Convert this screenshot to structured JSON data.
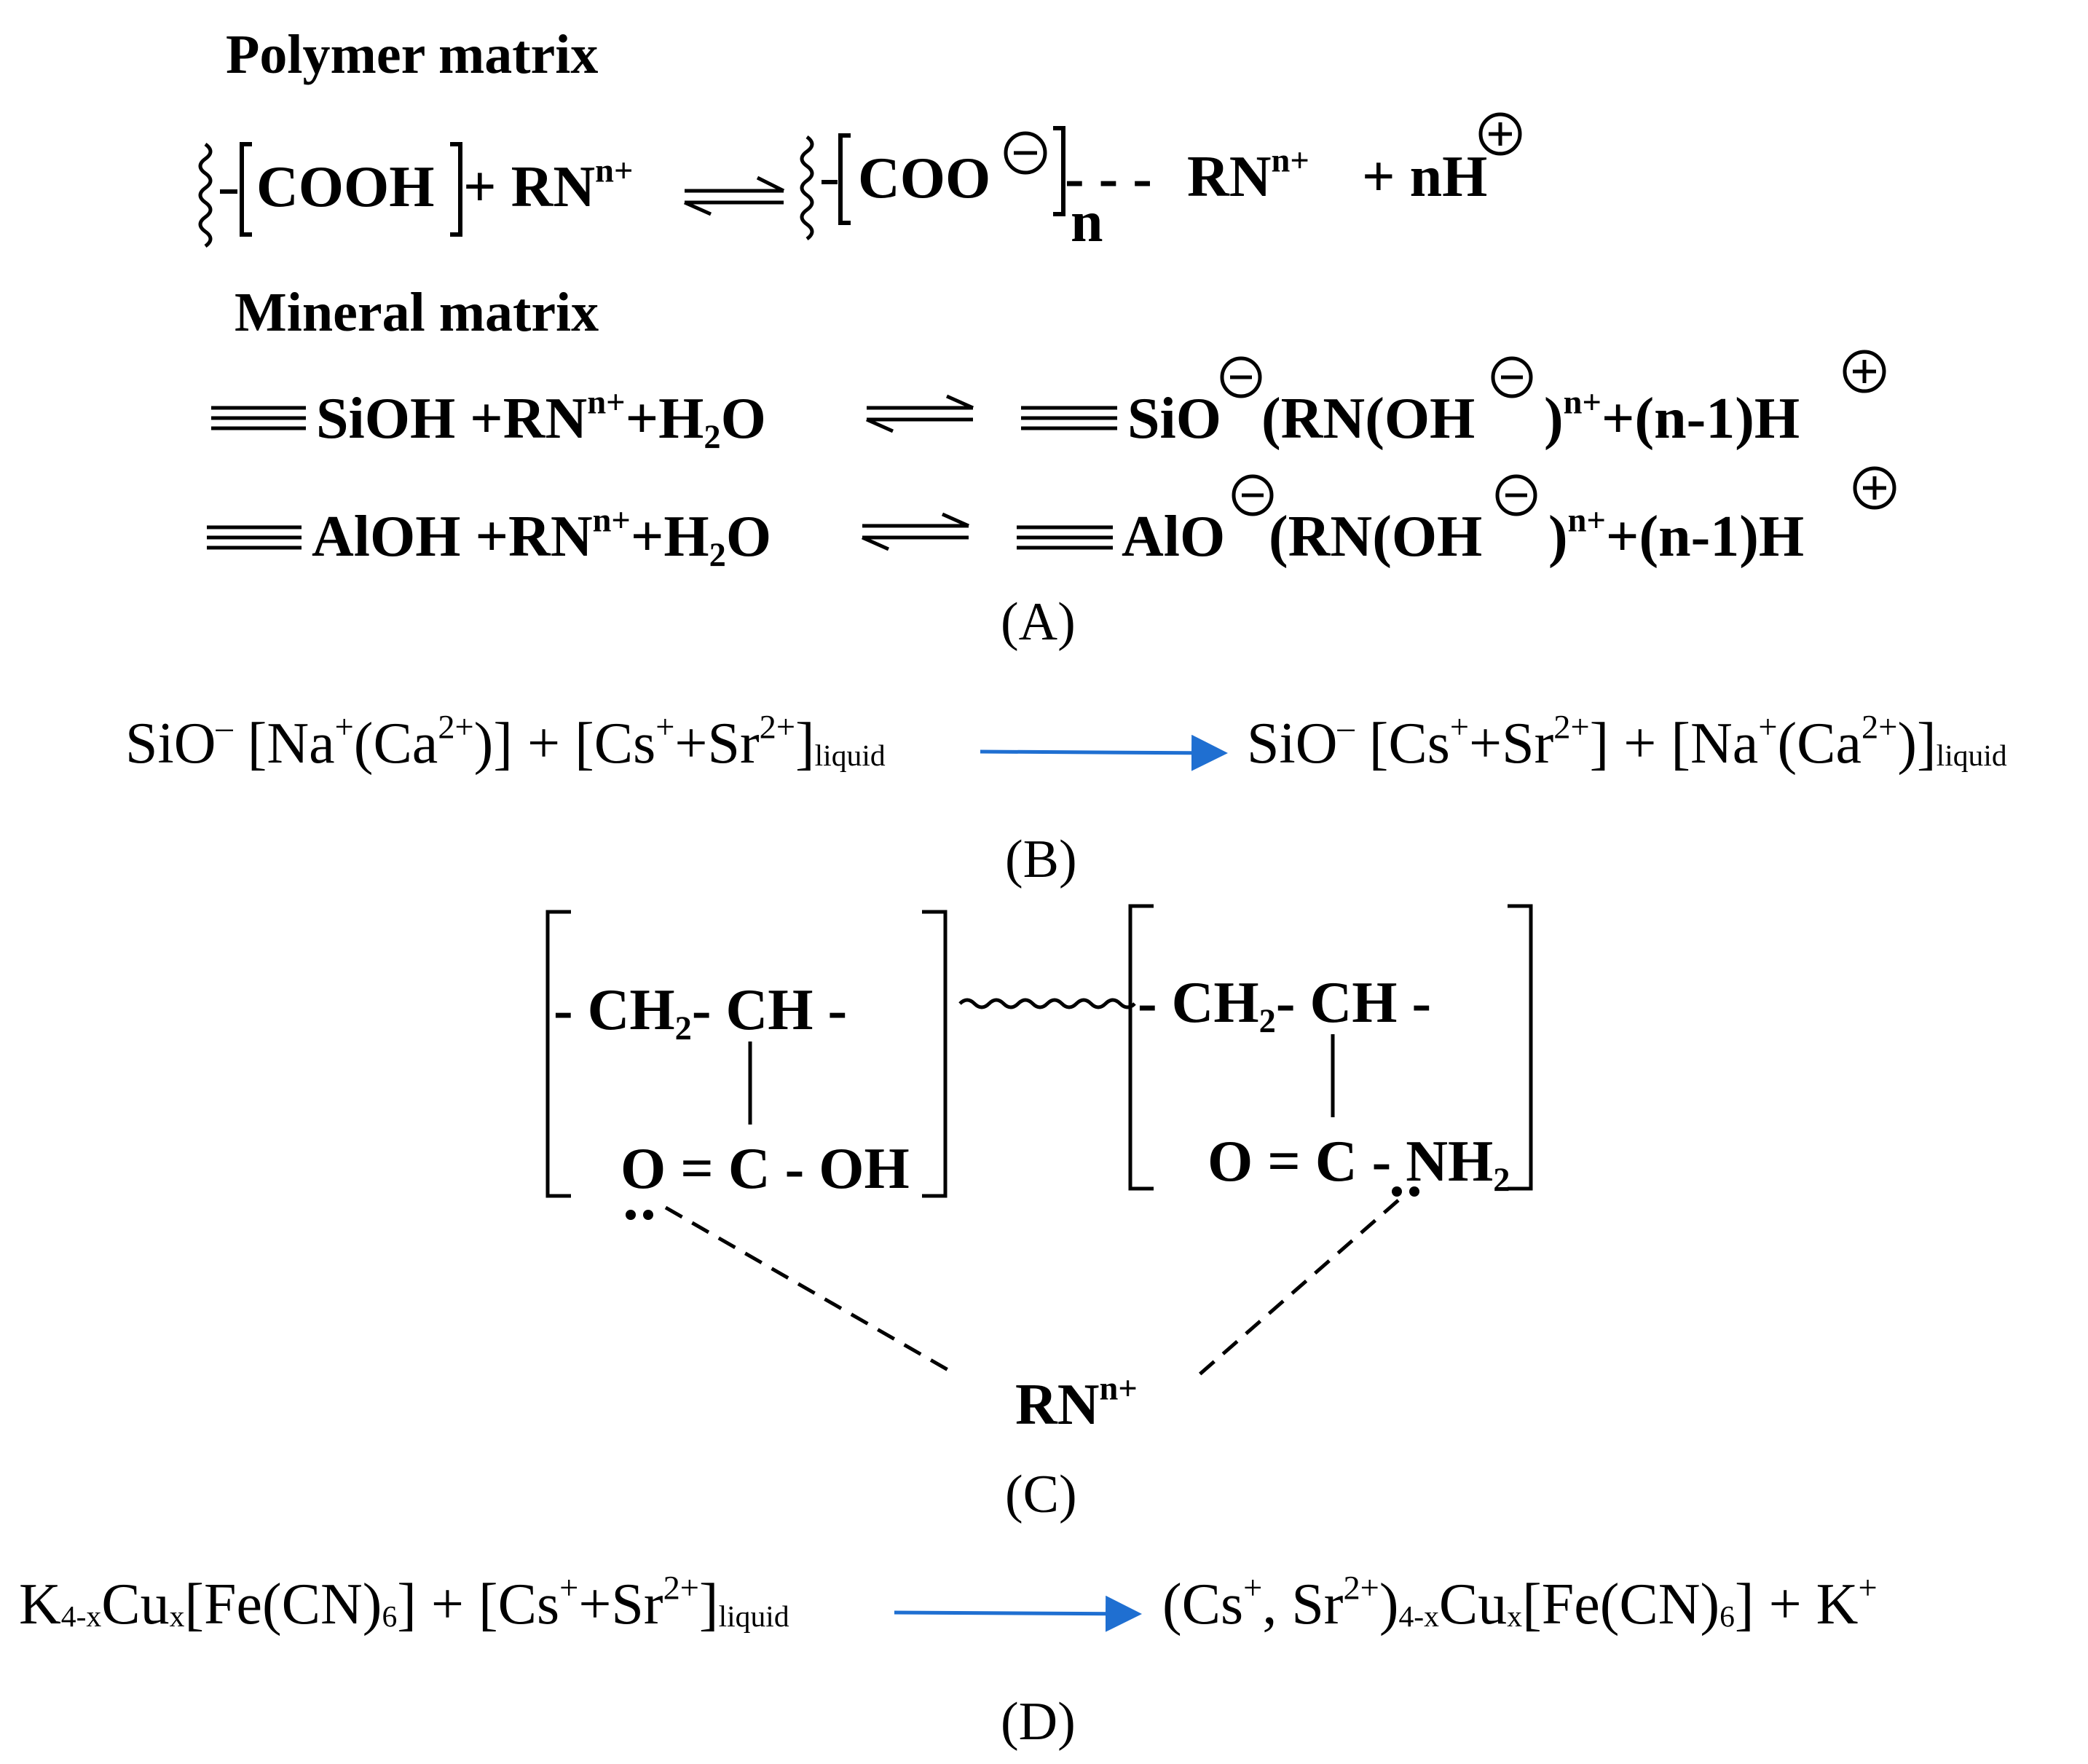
{
  "sections": {
    "A": {
      "polymer_title": "Polymer matrix",
      "polymer_eq": {
        "left_group": "COOH",
        "plus_ion": "+ RN",
        "ion_charge": "n+",
        "right_group": "COO",
        "subscript_n": "n",
        "dashes": "- - -",
        "right_ion": "RN",
        "right_ion_charge": "n+",
        "released": "+ nH"
      },
      "mineral_title": "Mineral matrix",
      "mineral_eq1": {
        "left": "SiOH +RN",
        "charge": "n+",
        "plus_water": "+H",
        "water_sub": "2",
        "water_o": "O",
        "right_a": "SiO",
        "right_b": "(RN(OH",
        "right_c": ")",
        "right_charge": "n+",
        "right_d": "+(n-1)H"
      },
      "mineral_eq2": {
        "left": "AlOH +RN",
        "charge": "n+",
        "plus_water": "+H",
        "water_sub": "2",
        "water_o": "O",
        "right_a": "AlO",
        "right_b": "(RN(OH",
        "right_c": ")",
        "right_charge": "n+",
        "right_d": "+(n-1)H"
      },
      "label": "(A)"
    },
    "B": {
      "left_a": "SiO",
      "left_a_sup": "–",
      "left_b": " [Na",
      "left_b_sup": "+",
      "left_c": "(Ca",
      "left_c_sup": "2+",
      "left_d": ")] + [Cs",
      "left_d_sup": "+",
      "left_e": "+Sr",
      "left_e_sup": "2+",
      "left_f": "]",
      "left_sub": "liquid",
      "right_a": "SiO",
      "right_a_sup": "–",
      "right_b": " [Cs",
      "right_b_sup": "+",
      "right_c": "+Sr",
      "right_c_sup": "2+",
      "right_d": "] + [Na",
      "right_d_sup": "+",
      "right_e": "(Ca",
      "right_e_sup": "2+",
      "right_f": ")]",
      "right_sub": "liquid",
      "label": "(B)"
    },
    "C": {
      "left_top_a": "- CH",
      "left_top_sub": "2",
      "left_top_b": "- CH -",
      "left_bottom": "O = C - OH",
      "right_top_a": "- CH",
      "right_top_sub": "2",
      "right_top_b": "- CH -",
      "right_bottom_a": "O = C - NH",
      "right_bottom_sub": "2",
      "ion": "RN",
      "ion_charge": "n+",
      "label": "(C)"
    },
    "D": {
      "left_a": "K",
      "left_a_sub": "4-x",
      "left_b": "Cu",
      "left_b_sub": "x",
      "left_c": "[Fe(CN)",
      "left_c_sub": "6",
      "left_d": "] + [Cs",
      "left_d_sup": "+",
      "left_e": "+Sr",
      "left_e_sup": "2+",
      "left_f": "]",
      "left_sub": "liquid",
      "right_a": "(Cs",
      "right_a_sup": "+",
      "right_b": ", Sr",
      "right_b_sup": "2+",
      "right_c": ")",
      "right_c_sub": "4-x",
      "right_d": "Cu",
      "right_d_sub": "x",
      "right_e": "[Fe(CN)",
      "right_e_sub": "6",
      "right_f": "] + K",
      "right_f_sup": "+",
      "label": "(D)"
    }
  },
  "colors": {
    "ink": "#000000",
    "arrow_blue": "#1f6fd1"
  },
  "symbols": {
    "plus_circle": "+",
    "minus_circle": "−"
  }
}
